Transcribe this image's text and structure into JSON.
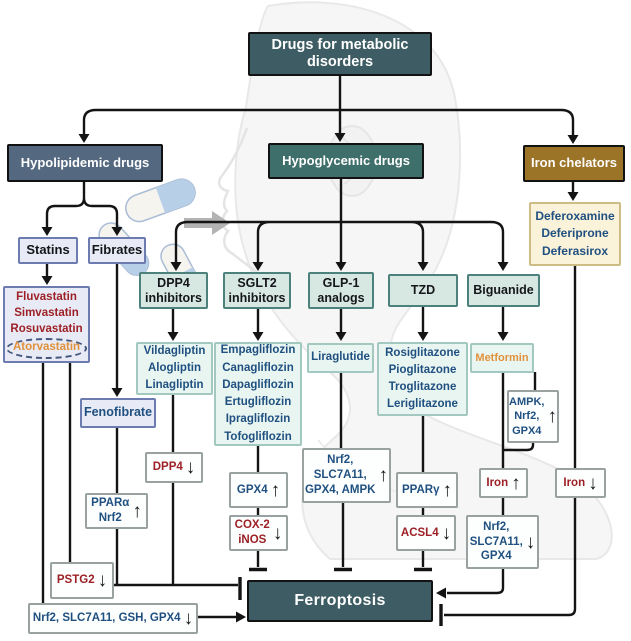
{
  "colors": {
    "teal_dark": "#3d5c63",
    "slate_blue": "#54687f",
    "teal_green": "#3f6f6a",
    "gold_brown": "#9c7428",
    "lavender_fill": "#e8eaf5",
    "lavender_border": "#6d7cb0",
    "class_fill": "#d7e8e3",
    "class_border": "#4d827c",
    "list_fill": "#e9f5f1",
    "list_border": "#a3c8c0",
    "cream_fill": "#fbf2da",
    "cream_border": "#cdbc85",
    "effect_border": "#99a1a1",
    "red_text": "#9c2025",
    "blue_text": "#1f5080",
    "orange_text": "#e0913c",
    "line_color": "#141414"
  },
  "root": {
    "label": "Drugs for metabolic disorders"
  },
  "categories": {
    "hypolipidemic": {
      "label": "Hypolipidemic drugs"
    },
    "hypoglycemic": {
      "label": "Hypoglycemic drugs"
    },
    "iron_chelators": {
      "label": "Iron chelators"
    }
  },
  "hypolipidemic": {
    "statins": {
      "label": "Statins",
      "drugs": [
        "Fluvastatin",
        "Simvastatin",
        "Rosuvastatin"
      ],
      "highlighted_drug": "Atorvastatin"
    },
    "fibrates": {
      "label": "Fibrates",
      "drug": "Fenofibrate"
    }
  },
  "hypoglycemic_classes": {
    "dpp4": {
      "label": "DPP4 inhibitors",
      "drugs": [
        "Vildagliptin",
        "Alogliptin",
        "Linagliptin"
      ]
    },
    "sglt2": {
      "label": "SGLT2 inhibitors",
      "drugs": [
        "Empagliflozin",
        "Canagliflozin",
        "Dapagliflozin",
        "Ertugliflozin",
        "Ipragliflozin",
        "Tofogliflozin"
      ]
    },
    "glp1": {
      "label": "GLP-1 analogs",
      "drugs": [
        "Liraglutide"
      ]
    },
    "tzd": {
      "label": "TZD",
      "drugs": [
        "Rosiglitazone",
        "Pioglitazone",
        "Troglitazone",
        "Leriglitazone"
      ]
    },
    "biguanide": {
      "label": "Biguanide",
      "drugs": [
        "Metformin"
      ]
    }
  },
  "iron_chelator_drugs": [
    "Deferoxamine",
    "Deferiprone",
    "Deferasirox"
  ],
  "effects": {
    "pstg2": {
      "lines": [
        "PSTG2"
      ],
      "arrow": "↓"
    },
    "ppara_nrf2": {
      "lines": [
        "PPARα",
        "Nrf2"
      ],
      "arrow": "↑"
    },
    "statins_pathway": {
      "lines": [
        "Nrf2, SLC7A11, GSH, GPX4"
      ],
      "arrow": "↓"
    },
    "dpp4": {
      "lines": [
        "DPP4"
      ],
      "arrow": "↓"
    },
    "gpx4": {
      "lines": [
        "GPX4"
      ],
      "arrow": "↑"
    },
    "cox2_inos": {
      "lines": [
        "COX-2",
        "iNOS"
      ],
      "arrow": "↓"
    },
    "glp1_pathway": {
      "lines": [
        "Nrf2,",
        "SLC7A11,",
        "GPX4, AMPK"
      ],
      "arrow": "↑"
    },
    "pparg": {
      "lines": [
        "PPARγ"
      ],
      "arrow": "↑"
    },
    "acsl4": {
      "lines": [
        "ACSL4"
      ],
      "arrow": "↓"
    },
    "ampk_pathway": {
      "lines": [
        "AMPK,",
        "Nrf2,",
        "GPX4"
      ],
      "arrow": "↑"
    },
    "iron_up": {
      "lines": [
        "Iron"
      ],
      "arrow": "↑"
    },
    "iron_down": {
      "lines": [
        "Iron"
      ],
      "arrow": "↓"
    },
    "metformin_pathway": {
      "lines": [
        "Nrf2,",
        "SLC7A11,",
        "GPX4"
      ],
      "arrow": "↓"
    }
  },
  "outcome": {
    "label": "Ferroptosis"
  }
}
